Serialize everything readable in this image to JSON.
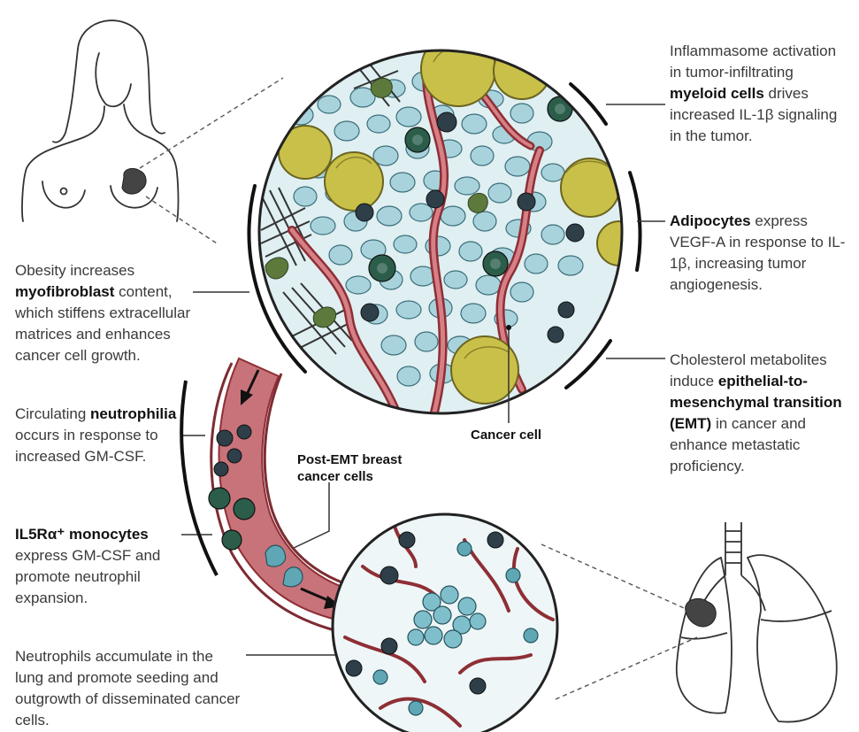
{
  "annotations": {
    "inflammasome": {
      "pre": "Inflammasome activation in tumor-infiltrating ",
      "bold": "myeloid cells",
      "post": " drives increased IL-1β signaling in the tumor."
    },
    "adipocytes": {
      "pre": "",
      "bold": "Adipocytes",
      "post": " express VEGF-A in response to IL-1β, increasing tumor angiogenesis."
    },
    "obesity": {
      "pre": "Obesity increases ",
      "bold": "myofibroblast",
      "post": " content, which stiffens extracellular matrices and enhances cancer cell growth."
    },
    "cholesterol": {
      "pre": "Cholesterol metabolites induce ",
      "bold": "epithelial-to-mesenchymal transition (EMT)",
      "post": " in cancer and enhance metastatic proficiency."
    },
    "circulating": {
      "pre": "Circulating ",
      "bold": "neutrophilia",
      "post": " occurs in response to increased GM-CSF."
    },
    "monocytes": {
      "pre": "",
      "bold": "IL5Rα⁺ monocytes",
      "post": " express GM-CSF and promote neutrophil expansion."
    },
    "neutrophils": {
      "text": "Neutrophils accumulate in the lung and promote seeding and outgrowth of disseminated cancer cells."
    }
  },
  "labels": {
    "cancer_cell": "Cancer cell",
    "post_emt": "Post-EMT breast cancer cells"
  },
  "colors": {
    "adipocyte": "#c9c04a",
    "cancer_cell": "#a9d3dc",
    "vessel": "#b5454b",
    "vessel_fill": "#c8737a",
    "fibroblast": "#5d7a3c",
    "neutrophil": "#2e3f4a",
    "monocyte": "#2b5d4a"
  }
}
